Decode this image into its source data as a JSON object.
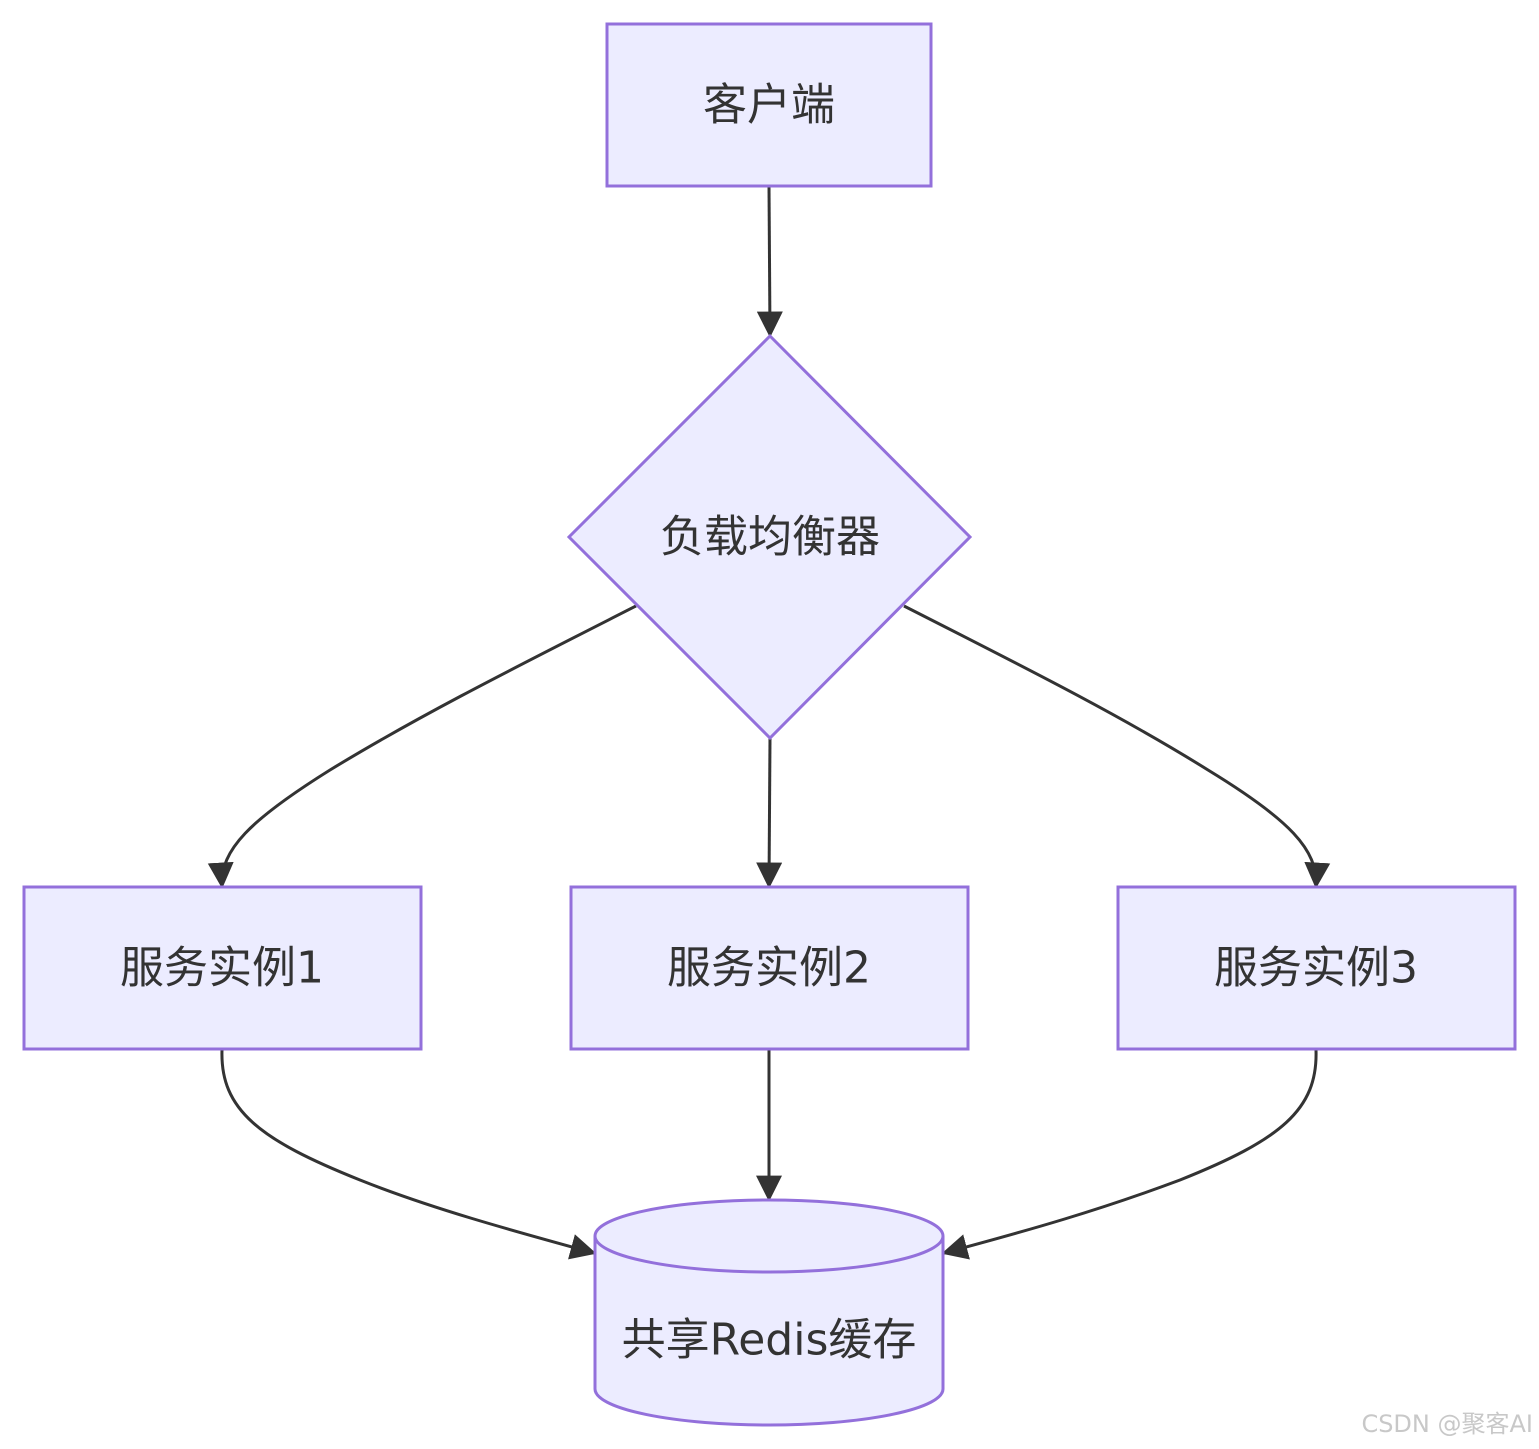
{
  "nodes": {
    "client": "客户端",
    "load_balancer": "负载均衡器",
    "instance1": "服务实例1",
    "instance2": "服务实例2",
    "instance3": "服务实例3",
    "redis": "共享Redis缓存"
  },
  "edges": [
    {
      "from": "client",
      "to": "load_balancer"
    },
    {
      "from": "load_balancer",
      "to": "instance1"
    },
    {
      "from": "load_balancer",
      "to": "instance2"
    },
    {
      "from": "load_balancer",
      "to": "instance3"
    },
    {
      "from": "instance1",
      "to": "redis"
    },
    {
      "from": "instance2",
      "to": "redis"
    },
    {
      "from": "instance3",
      "to": "redis"
    }
  ],
  "colors": {
    "node_fill": "#ECECFF",
    "node_stroke": "#9370DB",
    "edge": "#333333",
    "text": "#333333"
  },
  "watermark": "CSDN @聚客AI"
}
